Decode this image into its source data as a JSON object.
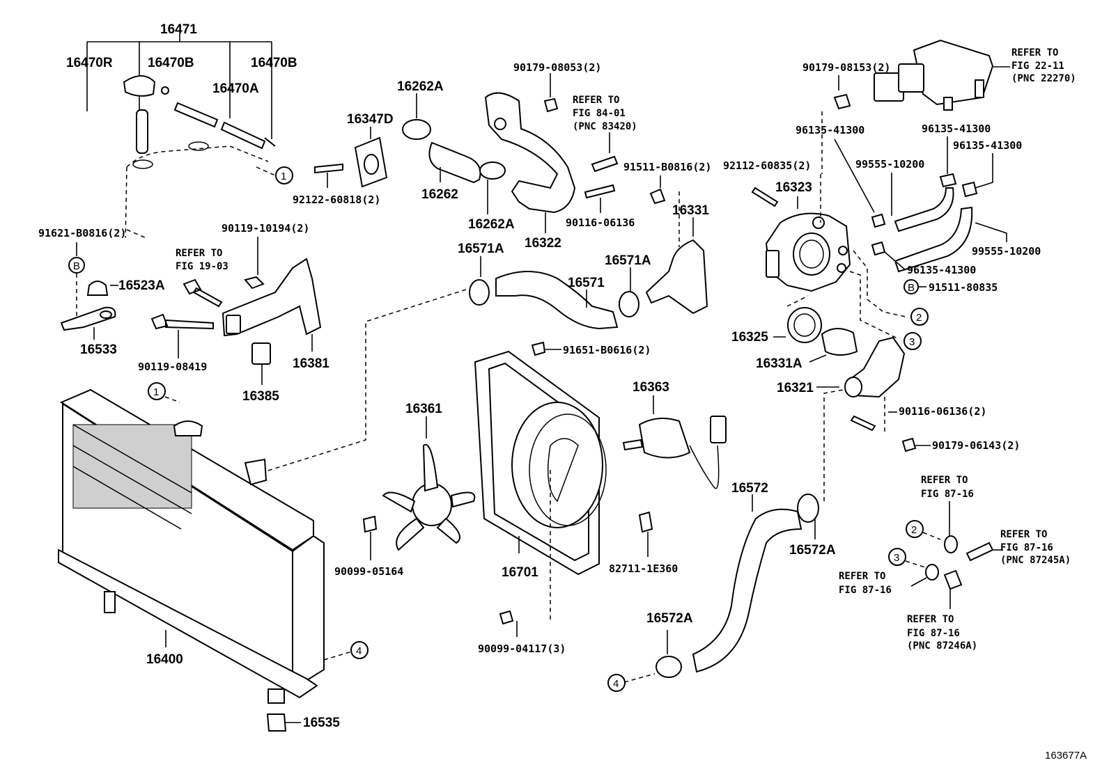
{
  "diagram": {
    "figure_id": "163677A",
    "labels": {
      "p16471": "16471",
      "p16470R": "16470R",
      "p16470B_a": "16470B",
      "p16470B_b": "16470B",
      "p16470A": "16470A",
      "p16262A_top": "16262A",
      "p16347D": "16347D",
      "p90179_08053": "90179-08053(2)",
      "p92122_60818": "92122-60818(2)",
      "p16262": "16262",
      "p16262A_mid": "16262A",
      "p16322": "16322",
      "p91511_B0816": "91511-B0816(2)",
      "p90116_06136": "90116-06136",
      "p16331": "16331",
      "p92112_60835": "92112-60835(2)",
      "p16323": "16323",
      "p90179_08153": "90179-08153(2)",
      "p96135_41300_a": "96135-41300",
      "p96135_41300_b": "96135-41300",
      "p96135_41300_c": "96135-41300",
      "p96135_41300_d": "96135-41300",
      "p99555_10200_a": "99555-10200",
      "p99555_10200_b": "99555-10200",
      "p91511_80835": "91511-80835",
      "p91621_B0816": "91621-B0816(2)",
      "p90119_10194": "90119-10194(2)",
      "p16523A": "16523A",
      "p16533": "16533",
      "p90119_08419": "90119-08419",
      "p16381": "16381",
      "p16385": "16385",
      "p16571A_a": "16571A",
      "p16571A_b": "16571A",
      "p16571": "16571",
      "p91651_B0616": "91651-B0616(2)",
      "p16325": "16325",
      "p16331A": "16331A",
      "p16321": "16321",
      "p90116_06136_2": "90116-06136(2)",
      "p90179_06143": "90179-06143(2)",
      "p16361": "16361",
      "p16363": "16363",
      "p90099_05164": "90099-05164",
      "p16701": "16701",
      "p82711_1E360": "82711-1E360",
      "p90099_04117": "90099-04117(3)",
      "p16572": "16572",
      "p16572A_a": "16572A",
      "p16572A_b": "16572A",
      "p16400": "16400",
      "p16535": "16535"
    },
    "references": {
      "fig84_1": "REFER TO",
      "fig84_2": "FIG 84-01",
      "fig84_3": "(PNC 83420)",
      "fig19_1": "REFER TO",
      "fig19_2": "FIG 19-03",
      "fig22_1": "REFER TO",
      "fig22_2": "FIG 22-11",
      "fig22_3": "(PNC 22270)",
      "fig87a_1": "REFER TO",
      "fig87a_2": "FIG 87-16",
      "fig87b_1": "REFER TO",
      "fig87b_2": "FIG 87-16",
      "fig87b_3": "(PNC 87245A)",
      "fig87c_1": "REFER TO",
      "fig87c_2": "FIG 87-16",
      "fig87d_1": "REFER TO",
      "fig87d_2": "FIG 87-16",
      "fig87d_3": "(PNC 87246A)"
    },
    "callouts": {
      "c1": "1",
      "c2": "2",
      "c3": "3",
      "c4": "4",
      "cB": "B"
    }
  }
}
